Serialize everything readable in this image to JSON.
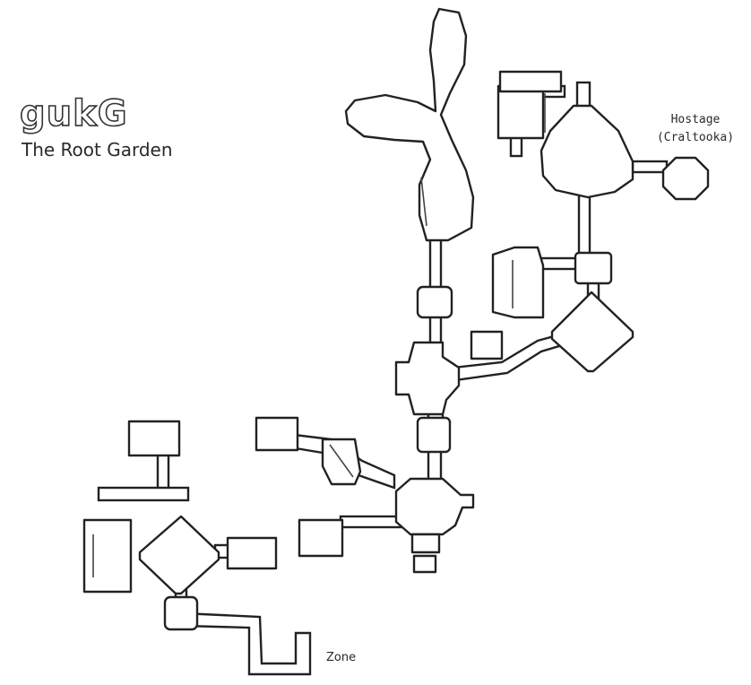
{
  "map": {
    "zone_code": "gukG",
    "zone_name": "The Root Garden",
    "labels": {
      "hostage_line1": "Hostage",
      "hostage_line2": "(Craltooka)",
      "zone_exit": "Zone"
    }
  }
}
